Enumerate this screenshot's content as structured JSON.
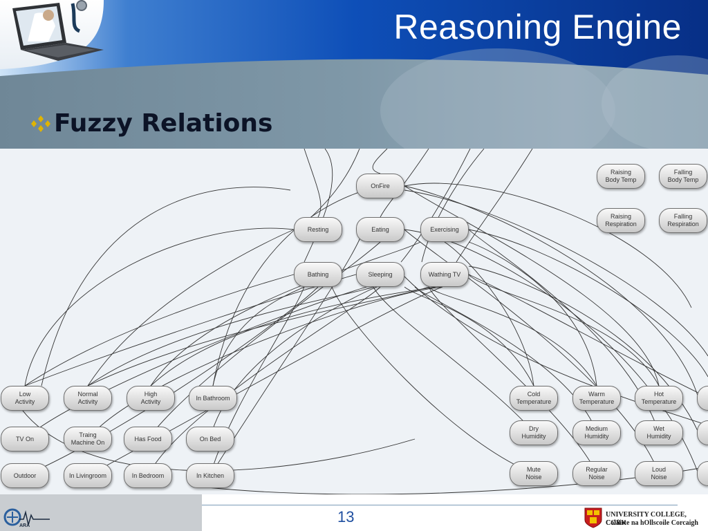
{
  "slide": {
    "title": "Reasoning Engine",
    "subtitle": "Fuzzy Relations",
    "page_number": "13",
    "colors": {
      "title_bar": "#0a3d99",
      "accent_bullet": "#e0b400",
      "page_number": "#1f4fa0"
    }
  },
  "footer": {
    "university_name": "UNIVERSITY COLLEGE, CORK",
    "university_irish": "Coláiste na hOllscoile Corcaigh",
    "left_logo": "cara-logo",
    "right_logo": "ucc-crest"
  },
  "diagram": {
    "nodes": [
      {
        "id": "onfire",
        "label": "OnFire"
      },
      {
        "id": "resting",
        "label": "Resting"
      },
      {
        "id": "eating",
        "label": "Eating"
      },
      {
        "id": "exercising",
        "label": "Exercising"
      },
      {
        "id": "bathing",
        "label": "Bathing"
      },
      {
        "id": "sleeping",
        "label": "Sleeping"
      },
      {
        "id": "wathing_tv",
        "label": "Wathing TV"
      },
      {
        "id": "raising_body_temp",
        "label": "Raising\nBody Temp"
      },
      {
        "id": "falling_body_temp",
        "label": "Falling\nBody Temp"
      },
      {
        "id": "raising_respiration",
        "label": "Raising\nRespiration"
      },
      {
        "id": "falling_respiration",
        "label": "Falling\nRespiration"
      },
      {
        "id": "low_activity",
        "label": "Low\nActivity"
      },
      {
        "id": "normal_activity",
        "label": "Normal\nActivity"
      },
      {
        "id": "high_activity",
        "label": "High\nActivity"
      },
      {
        "id": "in_bathroom",
        "label": "In Bathroom"
      },
      {
        "id": "tv_on",
        "label": "TV On"
      },
      {
        "id": "traing_machine_on",
        "label": "Traing\nMachine On"
      },
      {
        "id": "has_food",
        "label": "Has Food"
      },
      {
        "id": "on_bed",
        "label": "On Bed"
      },
      {
        "id": "outdoor",
        "label": "Outdoor"
      },
      {
        "id": "in_livingroom",
        "label": "In Livingroom"
      },
      {
        "id": "in_bedroom",
        "label": "In Bedroom"
      },
      {
        "id": "in_kitchen",
        "label": "In Kitchen"
      },
      {
        "id": "cold_temperature",
        "label": "Cold\nTemperature"
      },
      {
        "id": "warm_temperature",
        "label": "Warm\nTemperature"
      },
      {
        "id": "hot_temperature",
        "label": "Hot\nTemperature"
      },
      {
        "id": "dry_humidity",
        "label": "Dry\nHumidity"
      },
      {
        "id": "medium_humidity",
        "label": "Medium\nHumidity"
      },
      {
        "id": "wet_humidity",
        "label": "Wet\nHumidity"
      },
      {
        "id": "mute_noise",
        "label": "Mute\nNoise"
      },
      {
        "id": "regular_noise",
        "label": "Regular\nNoise"
      },
      {
        "id": "loud_noise",
        "label": "Loud\nNoise"
      },
      {
        "id": "partial_right_1",
        "label": ""
      },
      {
        "id": "partial_right_2",
        "label": ""
      },
      {
        "id": "partial_right_3",
        "label": ""
      }
    ]
  }
}
